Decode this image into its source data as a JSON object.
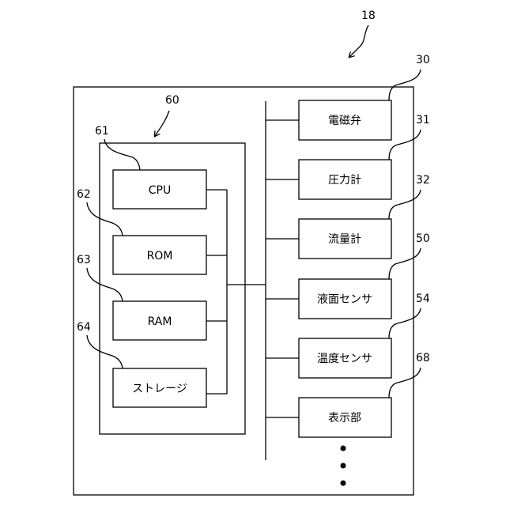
{
  "labels": {
    "device": "18",
    "controller": "60",
    "cpu": "61",
    "rom": "62",
    "ram": "63",
    "storage": "64",
    "valve": "30",
    "pressure": "31",
    "flow": "32",
    "level": "50",
    "temp": "54",
    "display": "68"
  },
  "components": {
    "cpu": "CPU",
    "rom": "ROM",
    "ram": "RAM",
    "storage": "ストレージ",
    "valve": "電磁弁",
    "pressure": "圧力計",
    "flow": "流量計",
    "level": "液面センサ",
    "temp": "温度センサ",
    "display": "表示部"
  }
}
